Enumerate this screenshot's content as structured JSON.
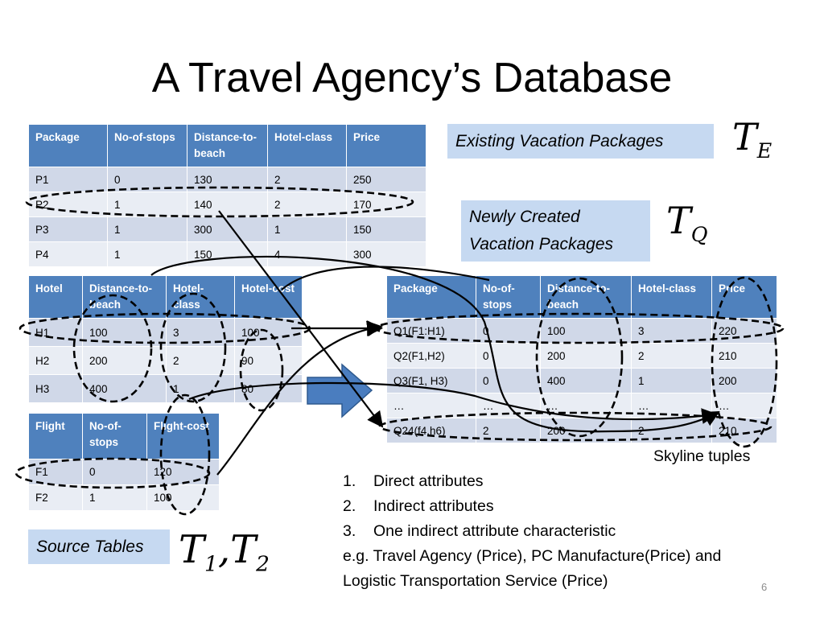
{
  "title": "A Travel Agency’s Database",
  "packages_table": {
    "headers": [
      "Package",
      "No-of-stops",
      "Distance-to-beach",
      "Hotel-class",
      "Price"
    ],
    "rows": [
      [
        "P1",
        "0",
        "130",
        "2",
        "250"
      ],
      [
        "P2",
        "1",
        "140",
        "2",
        "170"
      ],
      [
        "P3",
        "1",
        "300",
        "1",
        "150"
      ],
      [
        "P4",
        "1",
        "150",
        "4",
        "300"
      ]
    ]
  },
  "hotel_table": {
    "headers": [
      "Hotel",
      "Distance-to-beach",
      "Hotel-class",
      "Hotel-cost"
    ],
    "rows": [
      [
        "H1",
        "100",
        "3",
        "100"
      ],
      [
        "H2",
        "200",
        "2",
        "90"
      ],
      [
        "H3",
        "400",
        "1",
        "80"
      ]
    ]
  },
  "flight_table": {
    "headers": [
      "Flight",
      "No-of-stops",
      "Flight-cost"
    ],
    "rows": [
      [
        "F1",
        "0",
        "120"
      ],
      [
        "F2",
        "1",
        "100"
      ]
    ]
  },
  "new_packages_table": {
    "headers": [
      "Package",
      "No-of-stops",
      "Distance-to-beach",
      "Hotel-class",
      "Price"
    ],
    "rows": [
      [
        "Q1(F1:H1)",
        "0",
        "100",
        "3",
        "220"
      ],
      [
        "Q2(F1,H2)",
        "0",
        "200",
        "2",
        "210"
      ],
      [
        "Q3(F1, H3)",
        "0",
        "400",
        "1",
        "200"
      ],
      [
        "…",
        "…",
        "…",
        "…",
        "…"
      ],
      [
        "Q24(f4,h6)",
        "2",
        "200",
        "2",
        "210"
      ]
    ]
  },
  "labels": {
    "existing": "Existing Vacation Packages",
    "newly_created": "Newly Created Vacation Packages",
    "source_tables": "Source Tables",
    "skyline": "Skyline tuples"
  },
  "symbols": {
    "te": {
      "main": "T",
      "sub": "E"
    },
    "tq": {
      "main": "T",
      "sub": "Q"
    },
    "t1": {
      "main": "T",
      "sub": "1"
    },
    "sep": ",",
    "t2": {
      "main": "T",
      "sub": "2"
    }
  },
  "list_items": [
    "Direct attributes",
    "Indirect attributes",
    "One indirect attribute characteristic"
  ],
  "note_lines": [
    "e.g. Travel Agency (Price), PC Manufacture(Price) and",
    "Logistic Transportation Service (Price)"
  ],
  "page_number": "6",
  "colors": {
    "header_blue": "#4f81bd",
    "row_dark": "#d0d8e8",
    "row_light": "#e9edf4",
    "label_bg": "#c6d9f1",
    "arrow_fill": "#4a7dbf"
  }
}
